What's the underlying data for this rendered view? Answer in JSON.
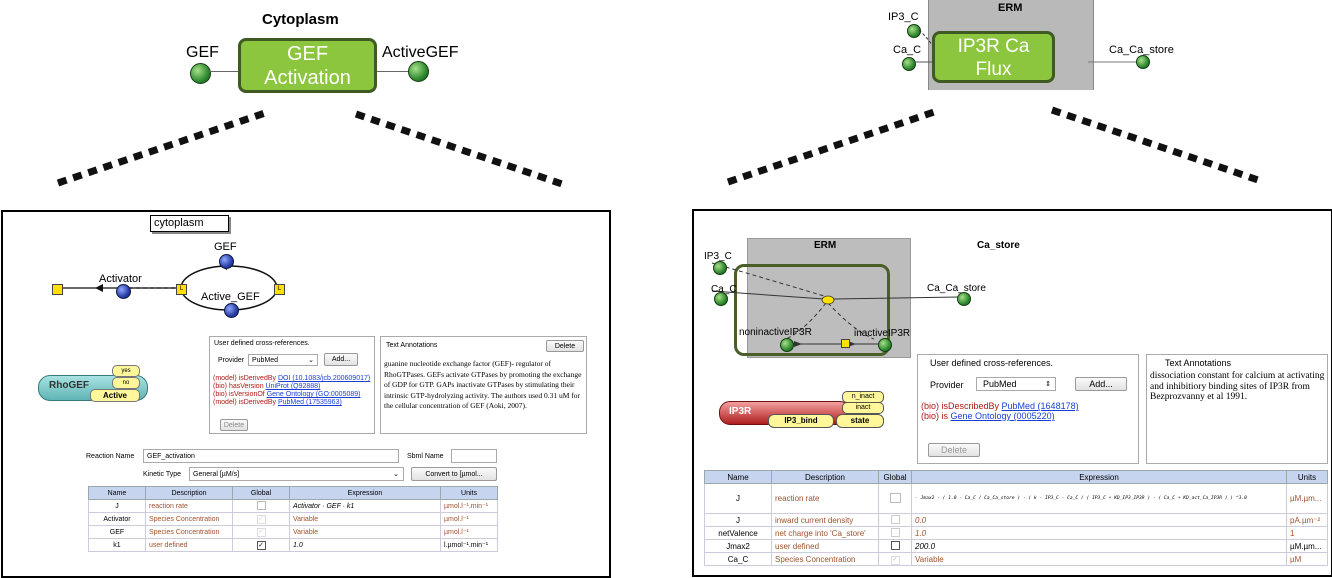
{
  "left_top": {
    "compartment": "Cytoplasm",
    "reaction": [
      "GEF",
      "Activation"
    ],
    "reactant": "GEF",
    "product": "ActiveGEF"
  },
  "right_top": {
    "compartment": "ERM",
    "reaction": [
      "IP3R Ca",
      "Flux"
    ],
    "species": [
      "IP3_C",
      "Ca_C",
      "Ca_Ca_store"
    ]
  },
  "left_panel": {
    "compartment_tag": "cytoplasm",
    "diagram": {
      "gef": "GEF",
      "activator": "Activator",
      "active_gef": "Active_GEF",
      "node_letter": "L"
    },
    "rhogef": {
      "name": "RhoGEF",
      "states": [
        "yes",
        "no"
      ],
      "active": "Active"
    },
    "xref": {
      "title": "User defined cross-references.",
      "provider_label": "Provider",
      "provider_value": "PubMed",
      "add": "Add...",
      "delete": "Delete",
      "entries": [
        {
          "prefix": "(model) isDerivedBy ",
          "link": "DOI (10.1083/jcb.200609017)"
        },
        {
          "prefix": "(bio) hasVersion ",
          "link": "UniProt (Q92888)"
        },
        {
          "prefix": "(bio) isVersionOf ",
          "link": "Gene Ontology (GO:0005089)"
        },
        {
          "prefix": "(model) isDerivedBy ",
          "link": "PubMed (17535963)"
        }
      ]
    },
    "annotations": {
      "title": "Text Annotations",
      "delete": "Delete",
      "text": "guanine nucleotide exchange factor (GEF)- regulator of RhoGTPases. GEFs activate GTPases by promoting the exchange of GDP for GTP. GAPs inactivate GTPases by stimulating their intrinsic GTP-hydrolyzing activity. The authors used 0.31 uM for the cellular concentration of GEF (Aoki, 2007)."
    },
    "reaction_name_label": "Reaction Name",
    "reaction_name": "GEF_activation",
    "sbml_name_label": "Sbml Name",
    "kinetic_type_label": "Kinetic Type",
    "kinetic_type": "General [µM/s]",
    "convert": "Convert to [µmol...",
    "table": {
      "headers": [
        "Name",
        "Description",
        "Global",
        "Expression",
        "Units"
      ],
      "rows": [
        [
          "J",
          "reaction rate",
          "",
          "Activator · GEF · k1",
          "µmol.l⁻¹.min⁻¹"
        ],
        [
          "Activator",
          "Species Concentration",
          "",
          "Variable",
          "µmol.l⁻¹"
        ],
        [
          "GEF",
          "Species Concentration",
          "",
          "Variable",
          "µmol.l⁻¹"
        ],
        [
          "k1",
          "user defined",
          "checked",
          "1.0",
          "l.µmol⁻¹.min⁻¹"
        ]
      ]
    }
  },
  "right_panel": {
    "erm": "ERM",
    "ca_store": "Ca_store",
    "species": {
      "ip3": "IP3_C",
      "ca": "Ca_C",
      "store": "Ca_Ca_store",
      "noninactive": "noninactiveIP3R",
      "inactive": "inactiveIP3R"
    },
    "ip3r": {
      "name": "IP3R",
      "sites": [
        "n_inact",
        "inact"
      ],
      "bind": "IP3_bind",
      "state": "state"
    },
    "xref": {
      "title": "User defined cross-references.",
      "provider_label": "Provider",
      "provider_value": "PubMed",
      "add": "Add...",
      "delete": "Delete",
      "entries": [
        {
          "prefix": "(bio) isDescribedBy ",
          "link": "PubMed (1648178)"
        },
        {
          "prefix": "(bio) is ",
          "link": "Gene Ontology (0005220)"
        }
      ]
    },
    "annotations": {
      "title": "Text Annotations",
      "text": "dissociation constant for calcium at activating and inhibitiory binding sites of IP3R from Bezprozvanny et al 1991."
    },
    "table": {
      "headers": [
        "Name",
        "Description",
        "Global",
        "Expression",
        "Units"
      ],
      "rows": [
        [
          "J",
          "reaction rate",
          "",
          "- Jmax2 · ( 1.0 - Ca_C / Ca_Ca_store ) · ( k · IP3_C · Ca_C / ( IP3_C + KD_IP3_IP3R ) · ( Ca_C + KD_act_Ca_IP3R ) ) ^3.0",
          "µM.µm..."
        ],
        [
          "J",
          "inward current density",
          "",
          "0.0",
          "pA.µm⁻²"
        ],
        [
          "netValence",
          "net charge into 'Ca_store'",
          "",
          "1.0",
          "1"
        ],
        [
          "Jmax2",
          "user defined",
          "",
          "200.0",
          "µM.µm..."
        ],
        [
          "Ca_C",
          "Species Concentration",
          "",
          "Variable",
          "µM"
        ]
      ]
    }
  },
  "colors": {
    "reaction_fill": "#8cc63f",
    "reaction_border": "#3f5a22",
    "species_green": "#2f8a2f",
    "species_blue": "#2a3fa8",
    "erm_gray": "#b8b8b8",
    "table_header": "#c6d4f0",
    "desc_brown": "#a0522d"
  }
}
